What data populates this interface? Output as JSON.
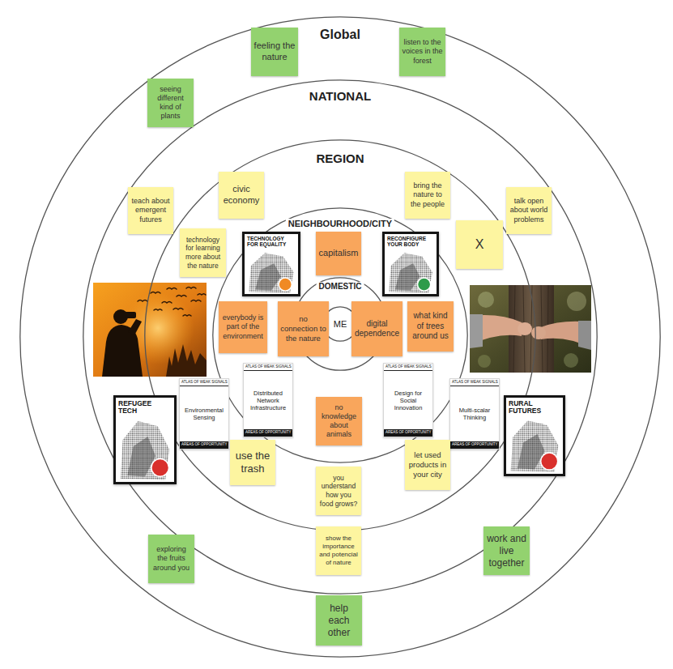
{
  "diagram": {
    "nodes": [
      {
        "text": [
          "Global"
        ]
      },
      {
        "text": [
          "NATIONAL"
        ],
        "in": 0
      },
      {
        "text": [
          "REGION"
        ],
        "in": 1
      },
      {
        "text": [
          "NEIGHBOURHOOD/CITY"
        ],
        "in": 2
      },
      {
        "text": [
          "DOMESTIC"
        ],
        "in": 3
      },
      {
        "text": [
          "ME"
        ],
        "in": 4
      },
      {
        "text": [
          "feeling the nature"
        ],
        "in": 0
      },
      {
        "text": [
          "listen to the voices in the forest"
        ],
        "in": 0
      },
      {
        "text": [
          "seeing different kind of plants"
        ],
        "in": 0
      },
      {
        "text": [
          "exploring the fruits around you"
        ],
        "in": 0
      },
      {
        "text": [
          "work and live together"
        ],
        "in": 0
      },
      {
        "text": [
          "help each other"
        ],
        "in": 0
      },
      {
        "text": [
          "teach about emergent futures"
        ],
        "in": 1
      },
      {
        "text": [
          "talk open about world problems"
        ],
        "in": 1
      },
      {
        "text": [
          "REFUGEE TECH"
        ],
        "in": 1
      },
      {
        "text": [
          "RURAL FUTURES"
        ],
        "in": 1
      },
      {
        "text": [
          "show the importance and potencial of nature"
        ],
        "in": 1
      },
      {
        "text": [
          "civic economy"
        ],
        "in": 2
      },
      {
        "text": [
          "bring the nature to the people"
        ],
        "in": 2
      },
      {
        "text": [
          "technology for learning more about the nature"
        ],
        "in": 2
      },
      {
        "text": [
          "X"
        ],
        "in": 2
      },
      {
        "text": [
          "ATLAS OF WEAK SIGNALS",
          "Environmental Sensing",
          "AREAS OF OPPORTUNITY"
        ],
        "in": 2
      },
      {
        "text": [
          "ATLAS OF WEAK SIGNALS",
          "Multi-scalar Thinking",
          "AREAS OF OPPORTUNITY"
        ],
        "in": 2
      },
      {
        "text": [
          "use the trash"
        ],
        "in": 2
      },
      {
        "text": [
          "let used products in your city"
        ],
        "in": 2
      },
      {
        "text": [
          "you understand how you food grows?"
        ],
        "in": 2
      },
      {
        "text": [
          "TECHNOLOGY FOR EQUALITY"
        ],
        "in": 3
      },
      {
        "text": [
          "capitalism"
        ],
        "in": 3
      },
      {
        "text": [
          "RECONFIGURE YOUR BODY"
        ],
        "in": 3
      },
      {
        "text": [
          "everybody is part of the environment"
        ],
        "in": 3
      },
      {
        "text": [
          "what kind of trees around us"
        ],
        "in": 3
      },
      {
        "text": [
          "ATLAS OF WEAK SIGNALS",
          "Distributed Network Infrastructure",
          "AREAS OF OPPORTUNITY"
        ],
        "in": 3
      },
      {
        "text": [
          "ATLAS OF WEAK SIGNALS",
          "Design for Social Innovation",
          "AREAS OF OPPORTUNITY"
        ],
        "in": 3
      },
      {
        "text": [
          "no knowledge about animals"
        ],
        "in": 3
      },
      {
        "text": [
          "no connection to the nature"
        ],
        "in": 4
      },
      {
        "text": [
          "digital dependence"
        ],
        "in": 4
      }
    ]
  }
}
